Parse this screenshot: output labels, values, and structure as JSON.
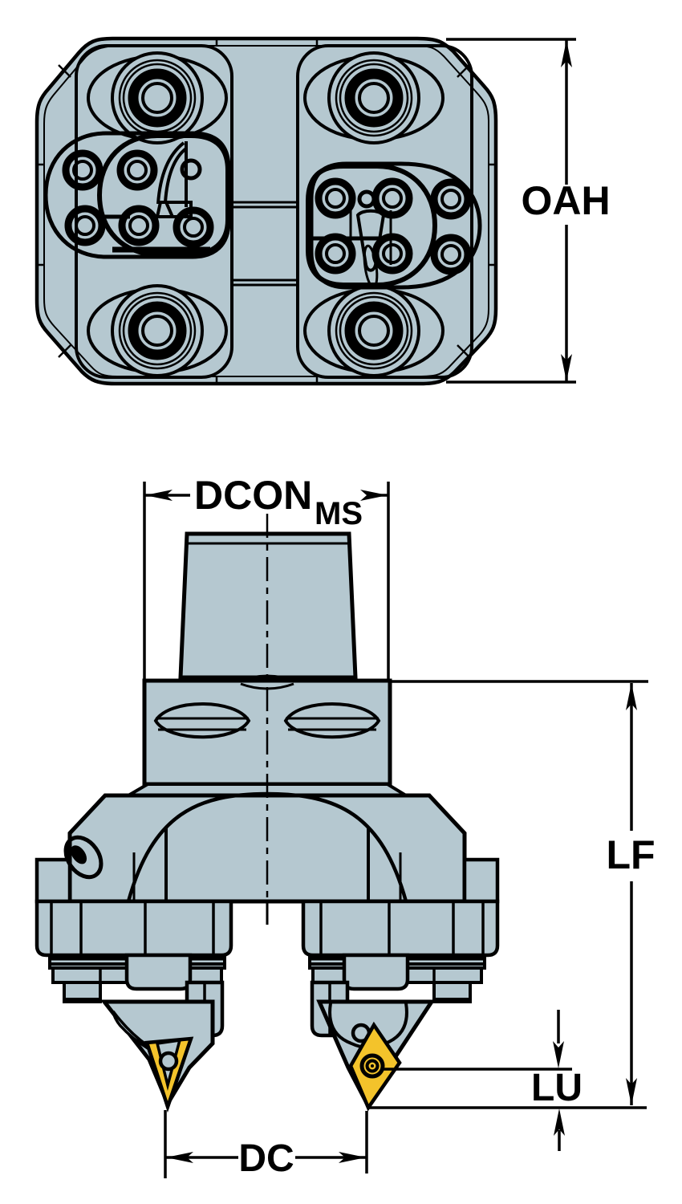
{
  "drawing": {
    "kind": "technical-drawing",
    "views": [
      "top-view",
      "front-view"
    ]
  },
  "colors": {
    "background": "#ffffff",
    "tool_body": "#b5c8d0",
    "outline": "#000000",
    "insert": "#f3c32b"
  },
  "dimension_labels": {
    "oah": "OAH",
    "dcon": "DCON",
    "dcon_subscript": "MS",
    "lf": "LF",
    "lu": "LU",
    "dc": "DC"
  }
}
